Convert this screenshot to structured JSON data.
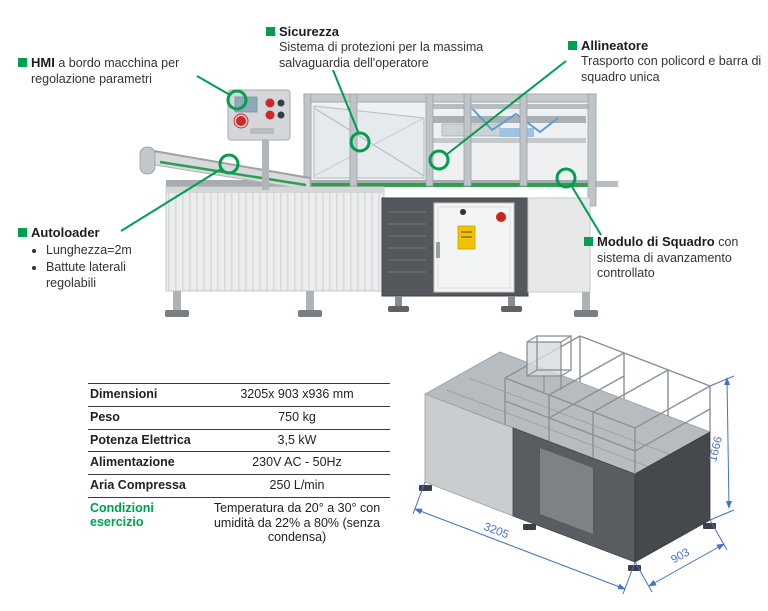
{
  "colors": {
    "accent_green": "#009E4F",
    "dimension_blue": "#4472C4"
  },
  "callouts": {
    "hmi": {
      "title": "HMI",
      "text": "a bordo macchina per regolazione parametri"
    },
    "sicurezza": {
      "title": "Sicurezza",
      "description": "Sistema di protezioni per la massima salvaguardia dell'operatore"
    },
    "allineatore": {
      "title": "Allineatore",
      "description": "Trasporto con policord e barra di squadro unica"
    },
    "autoloader": {
      "title": "Autoloader",
      "bullets": [
        "Lunghezza=2m",
        "Battute laterali regolabili"
      ]
    },
    "modulo_di_squadro": {
      "title": "Modulo di Squadro",
      "text": "con sistema di avanzamento controllato"
    }
  },
  "specs_table": {
    "rows": [
      {
        "label": "Dimensioni",
        "value": "3205x 903 x936 mm"
      },
      {
        "label": "Peso",
        "value": "750 kg"
      },
      {
        "label": "Potenza Elettrica",
        "value": "3,5 kW"
      },
      {
        "label": "Alimentazione",
        "value": "230V AC - 50Hz"
      },
      {
        "label": "Aria Compressa",
        "value": "250 L/min"
      },
      {
        "label": "Condizioni esercizio",
        "value": "Temperatura da 20° a 30° con umidità da 22% a 80% (senza condensa)"
      }
    ]
  },
  "cad_drawing": {
    "dimensions": {
      "length_mm": "3205",
      "width_mm": "903",
      "height_mm": "1666"
    }
  }
}
